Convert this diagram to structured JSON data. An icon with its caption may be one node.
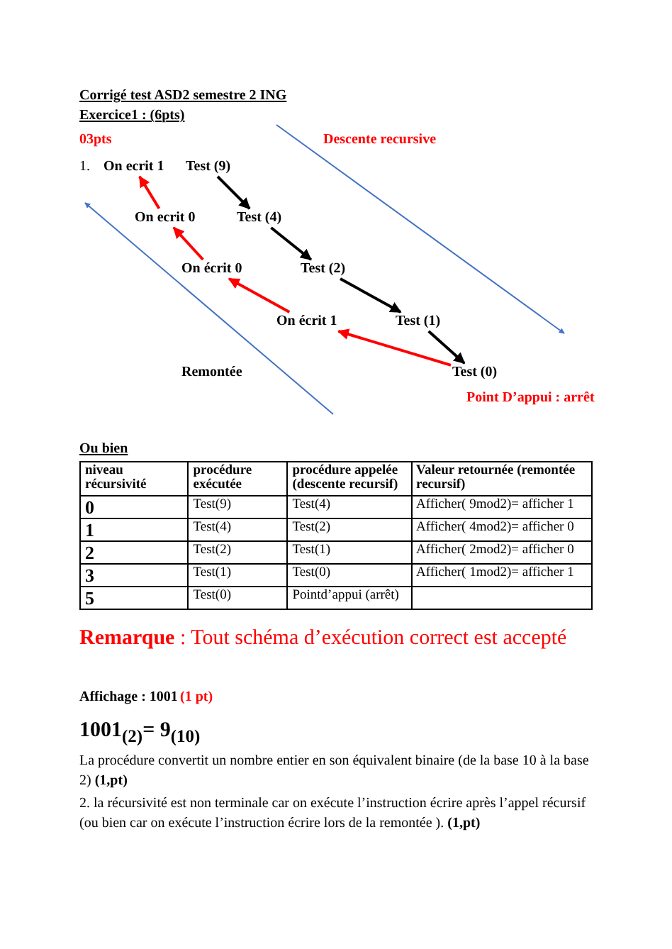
{
  "diagram": {
    "title": "Corrigé test ASD2 semestre 2 ING",
    "nodes": [
      {
        "text": [
          "On ecrit 1"
        ]
      },
      {
        "text": [
          "Test (9)"
        ]
      },
      {
        "text": [
          "On ecrit 0"
        ]
      },
      {
        "text": [
          "Test (4)"
        ]
      },
      {
        "text": [
          "On écrit 0"
        ]
      },
      {
        "text": [
          "Test (2)"
        ]
      },
      {
        "text": [
          "On écrit 1"
        ]
      },
      {
        "text": [
          "Test (1)"
        ]
      },
      {
        "text": [
          "Test (0)"
        ],
        "beside": [
          "Point D’appui : arrêt"
        ]
      }
    ],
    "edges": [
      {
        "from": 1,
        "to": 3,
        "arrow": "to"
      },
      {
        "from": 3,
        "to": 5,
        "arrow": "to"
      },
      {
        "from": 5,
        "to": 7,
        "arrow": "to"
      },
      {
        "from": 7,
        "to": 8,
        "arrow": "to"
      },
      {
        "from": 2,
        "to": 0,
        "arrow": "to",
        "color": "#ff0000"
      },
      {
        "from": 4,
        "to": 2,
        "arrow": "to",
        "color": "#ff0000"
      },
      {
        "from": 6,
        "to": 4,
        "arrow": "to",
        "color": "#ff0000"
      },
      {
        "from": 8,
        "to": 6,
        "arrow": "to",
        "color": "#ff0000"
      }
    ],
    "labels": [
      "Exercice1 : (6pts)",
      "03pts",
      "Descente recursive",
      "1.",
      "Remontée",
      "Ou bien",
      "niveau récursivité",
      "procédure exécutée",
      "procédure appelée (descente recursif)",
      "Valeur retournée (remontée recursif)",
      "0",
      "Test(9)",
      "Test(4)",
      "Afficher( 9mod2)= afficher 1",
      "1",
      "Test(4)",
      "Test(2)",
      "Afficher( 4mod2)= afficher 0",
      "2",
      "Test(2)",
      "Test(1)",
      "Afficher( 2mod2)= afficher 0",
      "3",
      "Test(1)",
      "Test(0)",
      "Afficher( 1mod2)= afficher 1",
      "5",
      "Test(0)",
      "Pointd’appui (arrêt)",
      "**Remarque** : Tout schéma d’exécution correct est accepté",
      "Affichage : 1001",
      "(1 pt)",
      "1001$_{(2)}$= 9$_{(10)}$",
      "La procédure convertit un nombre entier en son équivalent binaire (de la base 10  à la base 2) **(1,pt)**",
      "2. la récursivité est non terminale car on exécute l’instruction écrire après l’appel récursif (ou bien car on exécute l’instruction écrire lors de la remontée ). **(1,pt)**"
    ]
  }
}
